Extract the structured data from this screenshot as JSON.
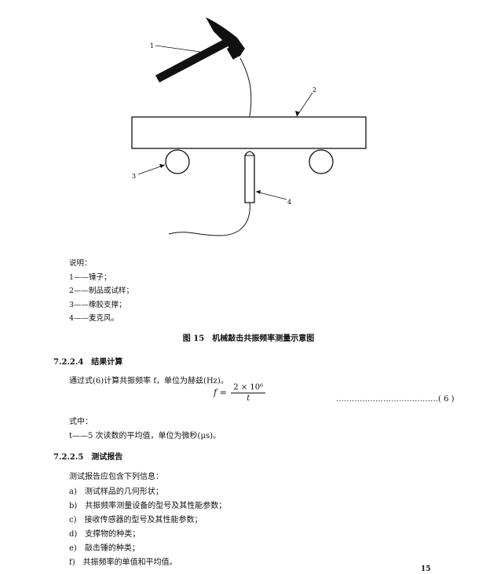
{
  "figure": {
    "callouts": [
      "1",
      "2",
      "3",
      "4"
    ]
  },
  "legend": {
    "heading": "说明：",
    "items": [
      "1——锤子；",
      "2——制品或试样；",
      "3——橡胶支撑；",
      "4——麦克风。"
    ]
  },
  "caption": "图 15　机械敲击共振频率测量示意图",
  "section_7224": {
    "heading": "7.2.2.4　结果计算",
    "text": "通过式(6)计算共振频率 f，单位为赫兹(Hz)。",
    "formula_lhs": "f =",
    "formula_num": "2 × 10⁶",
    "formula_den": "t",
    "formula_dots": "…………………………………",
    "formula_ref": "( 6 )",
    "where_label": "式中：",
    "where_item": "t——5 次读数的平均值，单位为微秒(μs)。"
  },
  "section_7225": {
    "heading": "7.2.2.5　测试报告",
    "intro": "测试报告应包含下列信息：",
    "items": [
      "a)　测试样品的几何形状；",
      "b)　共振频率测量设备的型号及其性能参数；",
      "c)　接收传感器的型号及其性能参数；",
      "d)　支撑物的种类；",
      "e)　敲击锤的种类；",
      "f)　共振频率的单值和平均值。"
    ]
  },
  "page_number": "15"
}
